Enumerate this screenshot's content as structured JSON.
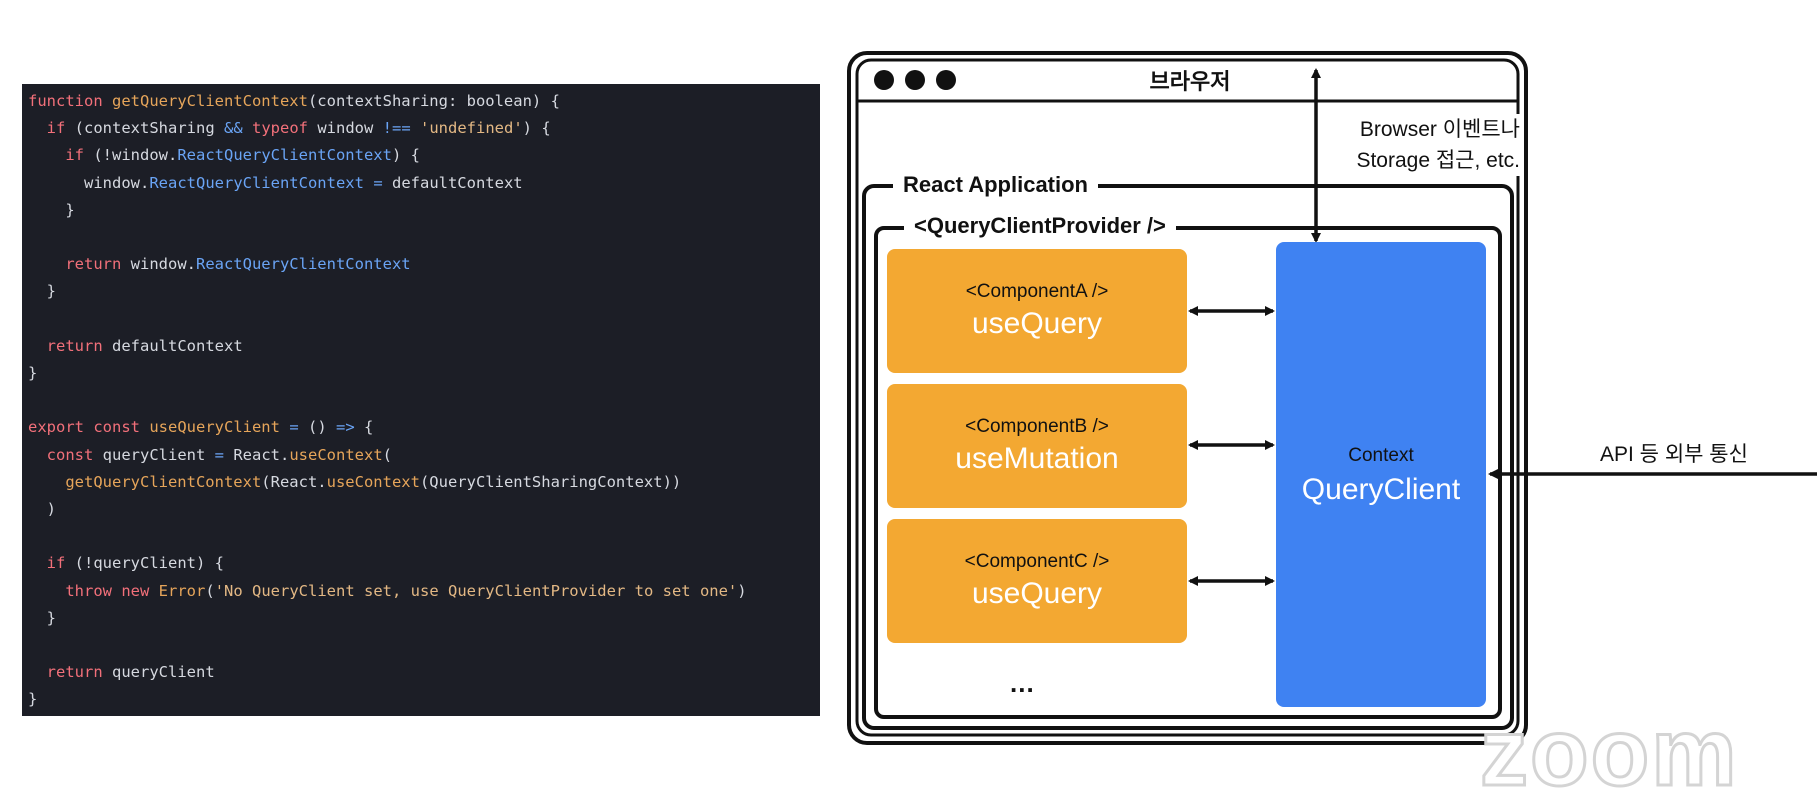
{
  "code": {
    "lines": [
      [
        [
          "kw",
          "function "
        ],
        [
          "fn",
          "getQueryClientContext"
        ],
        [
          "id",
          "(contextSharing: boolean) {"
        ]
      ],
      [
        [
          "id",
          "  "
        ],
        [
          "kw",
          "if"
        ],
        [
          "id",
          " (contextSharing "
        ],
        [
          "op",
          "&&"
        ],
        [
          "id",
          " "
        ],
        [
          "kw",
          "typeof"
        ],
        [
          "id",
          " window "
        ],
        [
          "op",
          "!=="
        ],
        [
          "id",
          " "
        ],
        [
          "str",
          "'undefined'"
        ],
        [
          "id",
          ") {"
        ]
      ],
      [
        [
          "id",
          "    "
        ],
        [
          "kw",
          "if"
        ],
        [
          "id",
          " (!window."
        ],
        [
          "prop",
          "ReactQueryClientContext"
        ],
        [
          "id",
          ") {"
        ]
      ],
      [
        [
          "id",
          "      window."
        ],
        [
          "prop",
          "ReactQueryClientContext"
        ],
        [
          "id",
          " "
        ],
        [
          "op",
          "="
        ],
        [
          "id",
          " defaultContext"
        ]
      ],
      [
        [
          "id",
          "    }"
        ]
      ],
      [],
      [
        [
          "id",
          "    "
        ],
        [
          "kw",
          "return"
        ],
        [
          "id",
          " window."
        ],
        [
          "prop",
          "ReactQueryClientContext"
        ]
      ],
      [
        [
          "id",
          "  }"
        ]
      ],
      [],
      [
        [
          "id",
          "  "
        ],
        [
          "kw",
          "return"
        ],
        [
          "id",
          " defaultContext"
        ]
      ],
      [
        [
          "id",
          "}"
        ]
      ],
      [],
      [
        [
          "kw",
          "export const"
        ],
        [
          "id",
          " "
        ],
        [
          "fn",
          "useQueryClient"
        ],
        [
          "id",
          " "
        ],
        [
          "op",
          "="
        ],
        [
          "id",
          " () "
        ],
        [
          "op",
          "=>"
        ],
        [
          "id",
          " {"
        ]
      ],
      [
        [
          "id",
          "  "
        ],
        [
          "kw",
          "const"
        ],
        [
          "id",
          " queryClient "
        ],
        [
          "op",
          "="
        ],
        [
          "id",
          " React."
        ],
        [
          "fn",
          "useContext"
        ],
        [
          "id",
          "("
        ]
      ],
      [
        [
          "id",
          "    "
        ],
        [
          "fn",
          "getQueryClientContext"
        ],
        [
          "id",
          "(React."
        ],
        [
          "fn",
          "useContext"
        ],
        [
          "id",
          "(QueryClientSharingContext))"
        ]
      ],
      [
        [
          "id",
          "  )"
        ]
      ],
      [],
      [
        [
          "id",
          "  "
        ],
        [
          "kw",
          "if"
        ],
        [
          "id",
          " (!queryClient) {"
        ]
      ],
      [
        [
          "id",
          "    "
        ],
        [
          "kw",
          "throw new"
        ],
        [
          "id",
          " "
        ],
        [
          "fn",
          "Error"
        ],
        [
          "id",
          "("
        ],
        [
          "str",
          "'No QueryClient set, use QueryClientProvider to set one'"
        ],
        [
          "id",
          ")"
        ]
      ],
      [
        [
          "id",
          "  }"
        ]
      ],
      [],
      [
        [
          "id",
          "  "
        ],
        [
          "kw",
          "return"
        ],
        [
          "id",
          " queryClient"
        ]
      ],
      [
        [
          "id",
          "}"
        ]
      ]
    ]
  },
  "diagram": {
    "browser_title": "브라우저",
    "side_note": [
      "Browser 이벤트나",
      "Storage 접근, etc."
    ],
    "app_label": "React Application",
    "provider_label": "<QueryClientProvider />",
    "components": [
      {
        "name": "<ComponentA />",
        "hook": "useQuery"
      },
      {
        "name": "<ComponentB />",
        "hook": "useMutation"
      },
      {
        "name": "<ComponentC />",
        "hook": "useQuery"
      }
    ],
    "ellipsis": "...",
    "context": {
      "label": "Context",
      "name": "QueryClient"
    },
    "api_note": "API 등 외부 통신",
    "colors": {
      "component": "#f3a832",
      "context": "#3f82f2",
      "code_bg": "#1c1e26"
    }
  },
  "watermark": "zoom"
}
